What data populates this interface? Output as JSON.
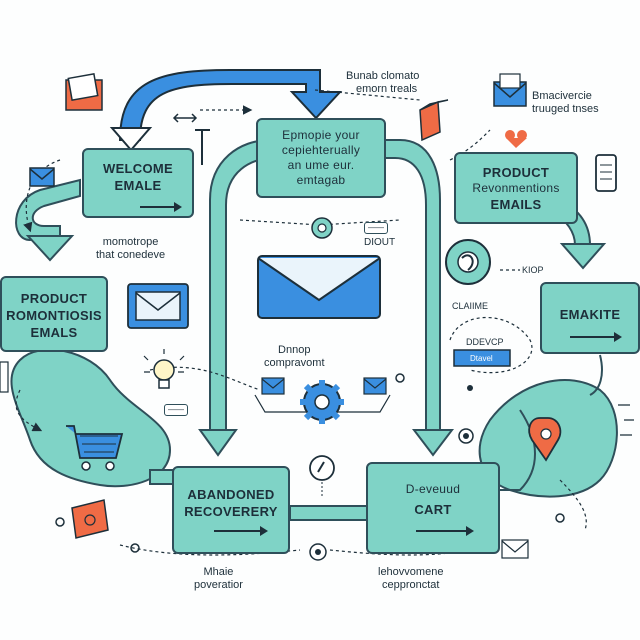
{
  "colors": {
    "flow_fill": "#7fd3c6",
    "outline": "#2f4f5a",
    "accent_blue": "#3a8fe0",
    "accent_orange": "#ef6b45",
    "text": "#1d2f3a"
  },
  "boxes": {
    "welcome": {
      "line1": "WELCOME",
      "line2": "EMALE"
    },
    "center": {
      "line1": "Epmopie your",
      "line2": "cepiehterually",
      "line3": "an ume eur.",
      "line4": "emtagab"
    },
    "product_reco": {
      "line1": "PRODUCT",
      "line2": "Revonmentions",
      "line3": "EMAILS"
    },
    "product_promo": {
      "line1": "PRODUCT",
      "line2": "ROMONTIOSIS",
      "line3": "EMALS"
    },
    "emakite": {
      "line1": "EMAKITE"
    },
    "abandoned": {
      "line1": "ABANDONED",
      "line2": "RECOVERERY"
    },
    "cart": {
      "line1": "D-eveuud",
      "line2": "CART"
    }
  },
  "labels": {
    "top_note_line1": "Bunab clomato",
    "top_note_line2": "emorn treals",
    "top_right_line1": "Bmacivercie",
    "top_right_line2": "truuged tnses",
    "welcome_sub_line1": "momotrope",
    "welcome_sub_line2": "that conedeve",
    "center_tag": "——",
    "center_tag_text": "DIOUT",
    "right_gear_kiop": "KIOP",
    "right_gear_claime": "CLAIIME",
    "ddevcp_tag": "DDEVCP",
    "ddevcp_inner": "Dtavel",
    "mid_label_line1": "Dnnop",
    "mid_label_line2": "compravomt",
    "bulb_tag": "——",
    "bottom_left_line1": "Mhaie",
    "bottom_left_line2": "poveratior",
    "bottom_right_line1": "lehovvomene",
    "bottom_right_line2": "ceppronctat"
  },
  "icons": [
    "envelope-icon",
    "gear-icon",
    "shopping-cart-icon",
    "lightbulb-icon",
    "phone-icon",
    "location-pin-icon",
    "hearts-icon",
    "folder-icon"
  ]
}
